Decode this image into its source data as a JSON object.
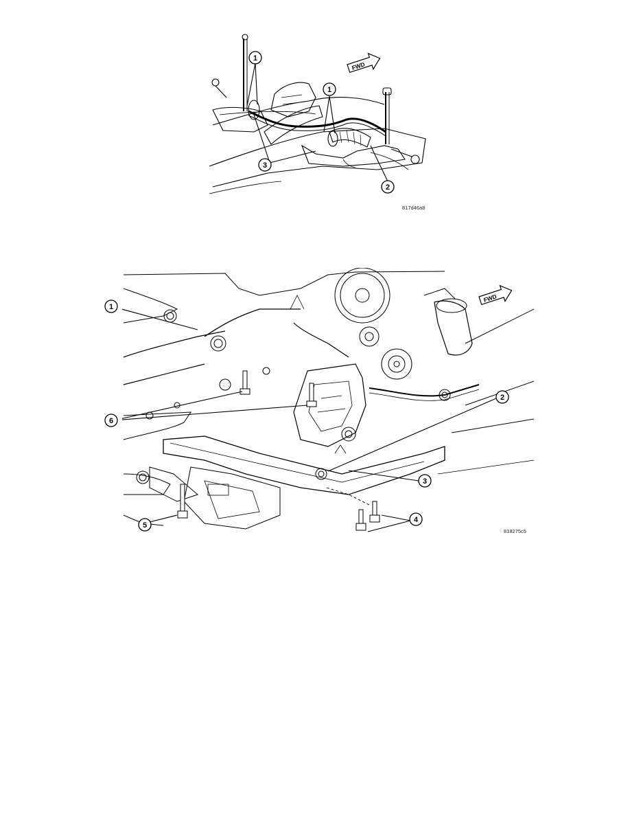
{
  "figures": [
    {
      "figure_code": "817d46a8",
      "direction_label": "FWD",
      "callouts": [
        "1",
        "1",
        "3",
        "2"
      ]
    },
    {
      "figure_code": "818275c5",
      "direction_label": "FWD",
      "callouts": [
        "1",
        "6",
        "2",
        "3",
        "4",
        "5"
      ]
    }
  ]
}
